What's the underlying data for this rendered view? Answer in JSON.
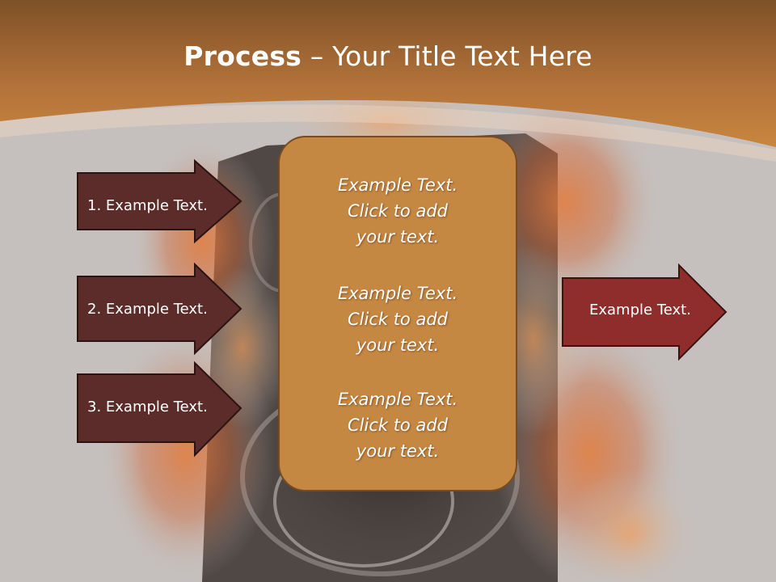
{
  "slide": {
    "title_bold": "Process",
    "title_rest": " – Your Title Text Here"
  },
  "left_arrows": [
    {
      "label": "1. Example Text."
    },
    {
      "label": "2. Example Text."
    },
    {
      "label": "3. Example Text."
    }
  ],
  "center_box": {
    "blocks": [
      {
        "line1": "Example Text.",
        "line2": "Click  to add",
        "line3": "your text."
      },
      {
        "line1": "Example Text.",
        "line2": "Click  to add",
        "line3": "your text."
      },
      {
        "line1": "Example Text.",
        "line2": "Click  to add",
        "line3": "your text."
      }
    ]
  },
  "right_arrow": {
    "label": "Example Text."
  },
  "colors": {
    "header": "#b9773a",
    "left_arrow_fill": "#5c2c2a",
    "right_arrow_fill": "#8f2d2d",
    "center_box_fill": "#c58843"
  }
}
